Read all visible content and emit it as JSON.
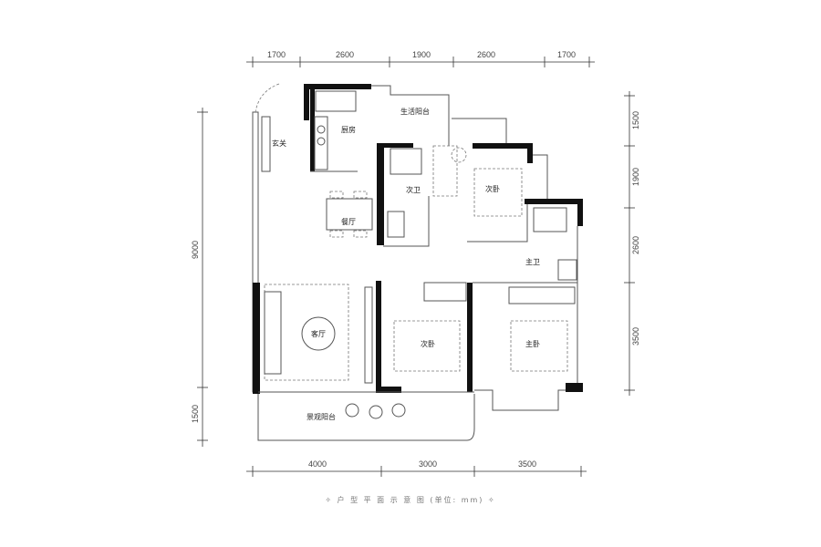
{
  "title_caption": "✧ 户 型 平 面 示 意 图 (单位: mm) ✧",
  "dimensions": {
    "top": [
      "1700",
      "2600",
      "1900",
      "2600",
      "1700"
    ],
    "left": [
      "9000",
      "1500"
    ],
    "right": [
      "1500",
      "1900",
      "2600",
      "3500"
    ],
    "bottom": [
      "4000",
      "3000",
      "3500"
    ]
  },
  "rooms": {
    "entrance": "玄关",
    "kitchen": "厨房",
    "utility_balcony": "生活阳台",
    "second_bath": "次卫",
    "second_bedroom_north": "次卧",
    "dining": "餐厅",
    "master_bath": "主卫",
    "living": "客厅",
    "second_bedroom_south": "次卧",
    "master_bedroom": "主卧",
    "view_balcony": "景观阳台"
  }
}
